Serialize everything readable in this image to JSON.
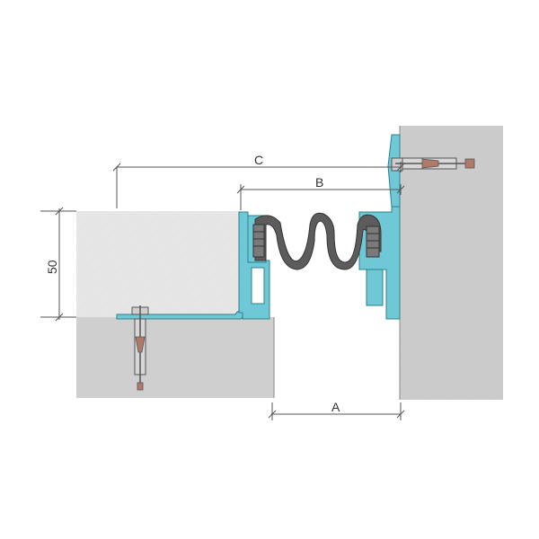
{
  "labels": {
    "dim_a": "A",
    "dim_b": "B",
    "dim_c": "C",
    "dim_height": "50"
  },
  "colors": {
    "concrete_light": "#e4e4e4",
    "concrete_mid": "#d0d0d0",
    "wall": "#c9c9c9",
    "profile": "#6fc8d6",
    "profile_stroke": "#2f7f8c",
    "bellows": "#5a5a5a",
    "anchor": "#cfcfcf",
    "anchor_accent": "#b07a6a",
    "dim_line": "#555555"
  }
}
